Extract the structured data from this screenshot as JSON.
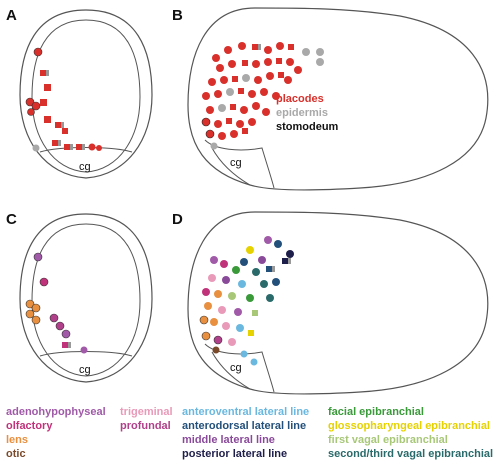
{
  "panels": [
    {
      "label": "A",
      "cg": "cg"
    },
    {
      "label": "B",
      "cg": "cg"
    },
    {
      "label": "C",
      "cg": "cg"
    },
    {
      "label": "D",
      "cg": "cg"
    }
  ],
  "panel_b_legend": [
    {
      "text": "placodes",
      "color": "#d9302b"
    },
    {
      "text": "epidermis",
      "color": "#a9a9a9"
    },
    {
      "text": "stomodeum",
      "color": "#111111"
    }
  ],
  "legend": {
    "col1": [
      {
        "text": "adenohypophyseal",
        "color": "#a05aa8"
      },
      {
        "text": "olfactory",
        "color": "#c0327a"
      },
      {
        "text": "lens",
        "color": "#e89040"
      },
      {
        "text": "otic",
        "color": "#7a4a2a"
      }
    ],
    "col2": [
      {
        "text": "trigeminal",
        "color": "#e89ab8"
      },
      {
        "text": "profundal",
        "color": "#b0408a"
      }
    ],
    "col3": [
      {
        "text": "anteroventral lateral line",
        "color": "#6ab8e0"
      },
      {
        "text": "anterodorsal lateral line",
        "color": "#23507a"
      },
      {
        "text": "middle lateral line",
        "color": "#8a4a9a"
      },
      {
        "text": "posterior lateral line",
        "color": "#1e1e4a"
      }
    ],
    "col4": [
      {
        "text": "facial epibranchial",
        "color": "#3a9a3a"
      },
      {
        "text": "glossopharyngeal epibranchial",
        "color": "#e6d200"
      },
      {
        "text": "first vagal epibranchial",
        "color": "#a8c878"
      },
      {
        "text": "second/third vagal epibranchial",
        "color": "#2a6a6a"
      }
    ]
  },
  "colors": {
    "placode_red": "#d9302b",
    "epidermis_gray": "#a9a9a9",
    "outline": "#555555"
  }
}
